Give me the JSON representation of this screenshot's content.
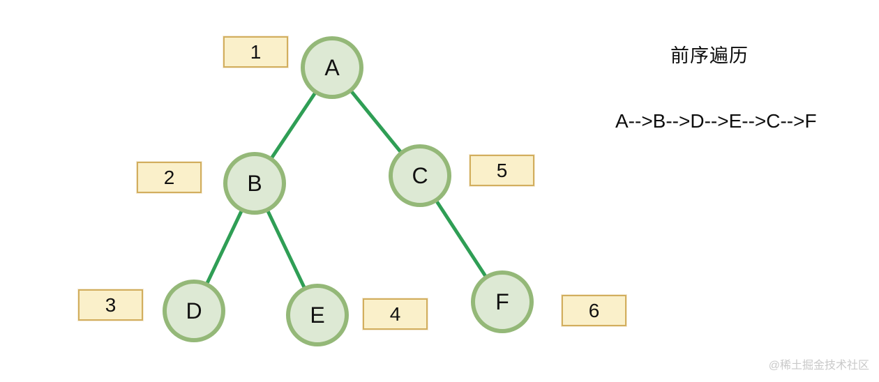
{
  "title": "前序遍历",
  "sequence": "A-->B-->D-->E-->C-->F",
  "watermark": "@稀土掘金技术社区",
  "colors": {
    "node_fill": "#dde9d4",
    "node_border": "#94b878",
    "edge": "#2f9e55",
    "badge_fill": "#faf0ca",
    "badge_border": "#d2ae5e",
    "text": "#111111",
    "watermark": "#c9c9c9",
    "background": "#ffffff"
  },
  "tree": {
    "traversal_type": "preorder",
    "nodes": [
      {
        "label": "A",
        "order": "1"
      },
      {
        "label": "B",
        "order": "2"
      },
      {
        "label": "C",
        "order": "5"
      },
      {
        "label": "D",
        "order": "3"
      },
      {
        "label": "E",
        "order": "4"
      },
      {
        "label": "F",
        "order": "6"
      }
    ],
    "edges": [
      {
        "from": "A",
        "to": "B"
      },
      {
        "from": "A",
        "to": "C"
      },
      {
        "from": "B",
        "to": "D"
      },
      {
        "from": "B",
        "to": "E"
      },
      {
        "from": "C",
        "to": "F"
      }
    ]
  }
}
